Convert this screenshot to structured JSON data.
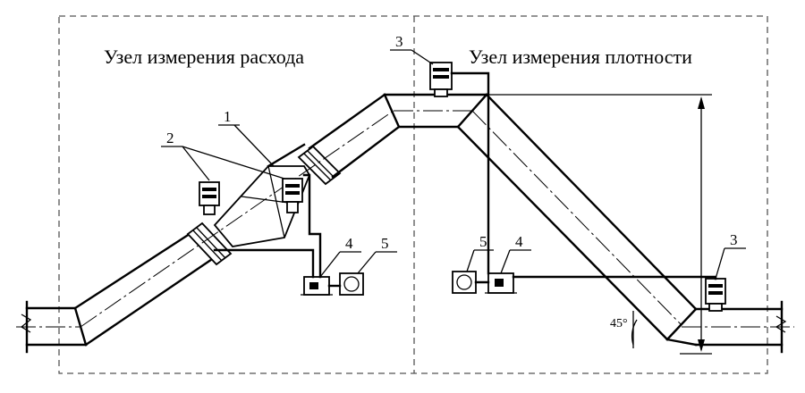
{
  "sections": {
    "flow_title": "Узел измерения расхода",
    "density_title": "Узел измерения плотности"
  },
  "callouts": {
    "c1": "1",
    "c2": "2",
    "c3_top": "3",
    "c3_right": "3",
    "c4_left": "4",
    "c4_right": "4",
    "c5_left": "5",
    "c5_right": "5"
  },
  "angle": {
    "label": "45°"
  }
}
